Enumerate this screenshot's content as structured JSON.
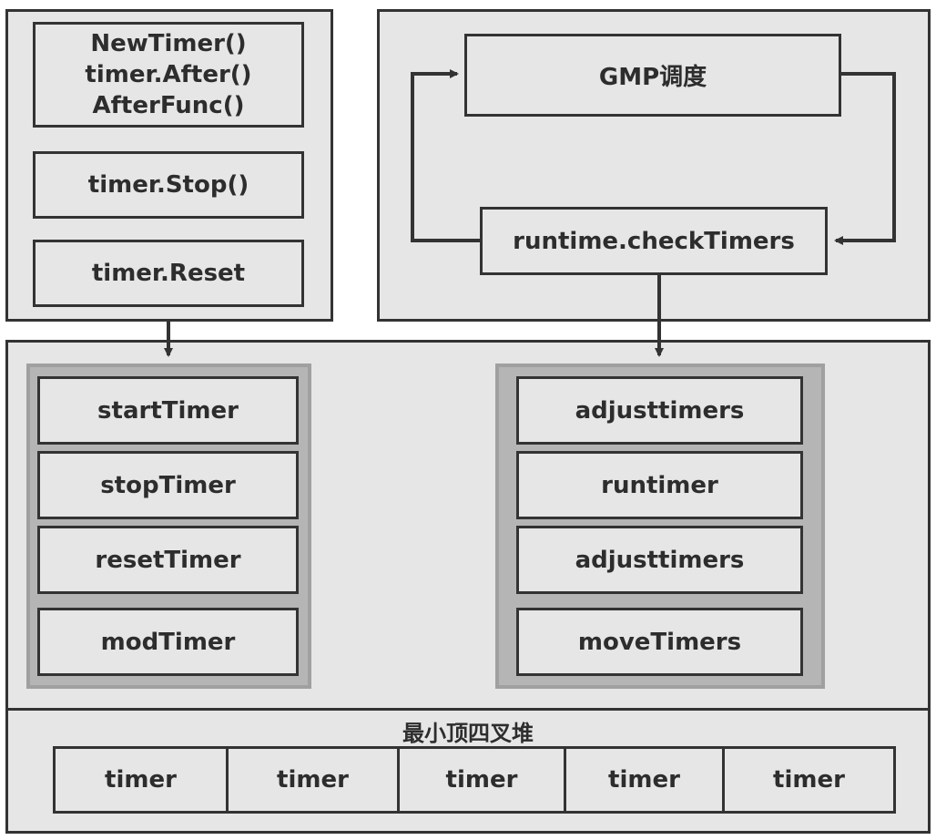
{
  "user_api": {
    "create_lines": [
      "NewTimer()",
      "timer.After()",
      "AfterFunc()"
    ],
    "stop": "timer.Stop()",
    "reset": "timer.Reset"
  },
  "scheduler": {
    "gmp": "GMP调度",
    "check_timers": "runtime.checkTimers"
  },
  "timer_ops": [
    "startTimer",
    "stopTimer",
    "resetTimer",
    "modTimer"
  ],
  "runtime_ops": [
    "adjusttimers",
    "runtimer",
    "adjusttimers",
    "moveTimers"
  ],
  "heap": {
    "title": "最小顶四叉堆",
    "cells": [
      "timer",
      "timer",
      "timer",
      "timer",
      "timer"
    ]
  },
  "colors": {
    "stroke": "#333333",
    "fill": "#e6e6e6",
    "group_fill": "#b5b5b5"
  }
}
